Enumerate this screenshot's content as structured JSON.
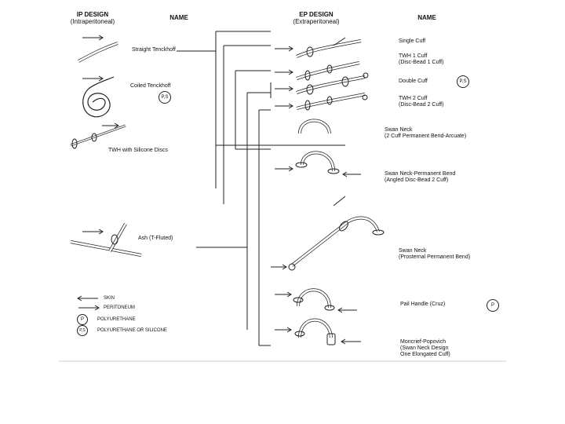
{
  "headers": {
    "ip_design": "IP DESIGN",
    "ip_sub": "(Intraperitoneal)",
    "name_left": "NAME",
    "ep_design": "EP DESIGN",
    "ep_sub": "(Extraperitoneal)",
    "name_right": "NAME"
  },
  "ip_catheters": [
    {
      "label": "Straight Tenckhoff",
      "icon": "straight-catheter"
    },
    {
      "label": "Coiled Tenckhoff",
      "icon": "coiled-catheter",
      "badge": "P,S"
    },
    {
      "label": "TWH with Silicone Discs",
      "icon": "disc-catheter"
    },
    {
      "label": "Ash (T-Fluted)",
      "icon": "t-fluted-catheter"
    }
  ],
  "ep_catheters": [
    {
      "label_lines": [
        "Single Cuff"
      ]
    },
    {
      "label_lines": [
        "TWH 1 Cuff",
        "(Disc-Bead 1 Cuff)"
      ]
    },
    {
      "label_lines": [
        "Double Cuff"
      ],
      "badge": "P,S"
    },
    {
      "label_lines": [
        "TWH 2 Cuff",
        "(Disc-Bead 2 Cuff)"
      ]
    },
    {
      "label_lines": [
        "Swan Neck",
        "(2 Cuff Permanent Bend-Arcuate)"
      ]
    },
    {
      "label_lines": [
        "Swan Neck-Permanent Bend",
        "(Angled Disc-Bead 2 Cuff)"
      ]
    },
    {
      "label_lines": [
        "Swan Neck",
        "(Prosternal Permanent Bend)"
      ]
    },
    {
      "label_lines": [
        "Pail Handle (Cruz)"
      ],
      "badge": "P"
    },
    {
      "label_lines": [
        "Moncrief-Popovich",
        "(Swan Neck Design",
        "One Elongated Cuff)"
      ]
    }
  ],
  "legend": [
    {
      "symbol": "skin-arrow",
      "label": "SKIN"
    },
    {
      "symbol": "peritoneum-arrow",
      "label": "PERITONEUM"
    },
    {
      "symbol": "P",
      "label": "POLYURETHANE"
    },
    {
      "symbol": "P,S",
      "label": "POLYURETHANE OR SILICONE"
    }
  ]
}
